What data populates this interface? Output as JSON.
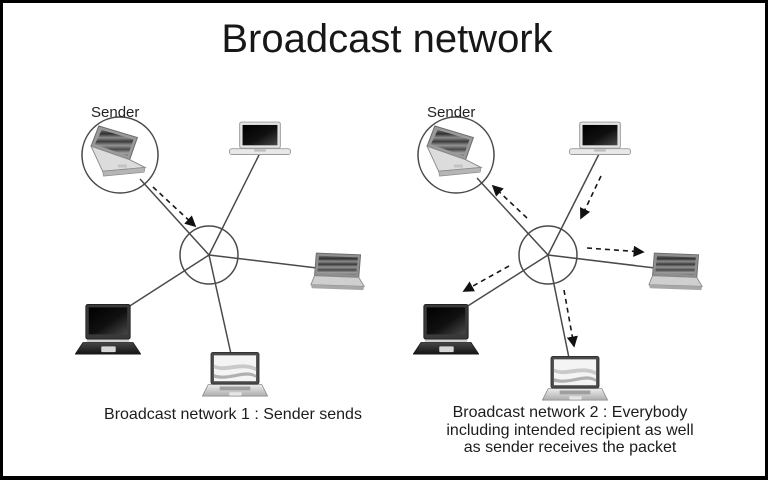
{
  "title": "Broadcast network",
  "left_diagram": {
    "sender_label": "Sender",
    "caption": "Broadcast network 1 : Sender sends",
    "nodes": [
      "sender-laptop",
      "top-computer",
      "right-laptop",
      "bottom-left-laptop",
      "bottom-laptop",
      "hub"
    ],
    "packet_flow": [
      "sender-to-hub"
    ]
  },
  "right_diagram": {
    "sender_label": "Sender",
    "caption_lines": [
      "Broadcast network 2 : Everybody",
      "including intended recipient as well",
      "as sender receives the packet"
    ],
    "nodes": [
      "sender-laptop",
      "top-computer",
      "right-laptop",
      "bottom-left-laptop",
      "bottom-laptop",
      "hub"
    ],
    "packet_flow": [
      "top-computer-to-hub",
      "hub-to-sender",
      "hub-to-right-laptop",
      "hub-to-bottom-laptop",
      "hub-to-bottom-left-laptop"
    ]
  },
  "icons": {
    "sender": "laptop-perspective-icon",
    "top": "laptop-front-dark-icon",
    "right": "laptop-striped-icon",
    "bottom_left": "laptop-front-black-icon",
    "bottom": "laptop-front-light-icon"
  },
  "colors": {
    "background": "#ffffff",
    "frame": "#000000",
    "line": "#4a4a4a",
    "arrow": "#181818",
    "text": "#1a1a1a"
  }
}
